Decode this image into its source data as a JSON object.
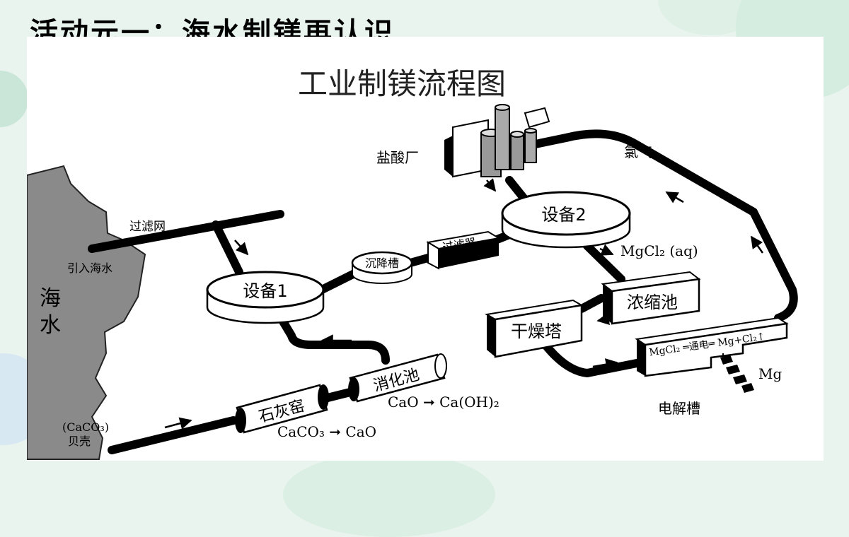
{
  "slide": {
    "title": "活动元一：海水制镁再认识"
  },
  "diagram": {
    "title": "工业制镁流程图",
    "sea_label_1": "海",
    "sea_label_2": "水",
    "shells_label_1": "(CaCO₃)",
    "shells_label_2": "贝壳",
    "filter_net": "过滤网",
    "intake": "引入海水",
    "equipment1": "设备1",
    "equipment2": "设备2",
    "settling_tank": "沉降槽",
    "filter": "过滤器",
    "acid_plant": "盐酸厂",
    "chlorine": "氯气",
    "mgcl2_aq": "MgCl₂ (aq)",
    "concentrator": "浓缩池",
    "drying_tower": "干燥塔",
    "electrolysis_reaction": "MgCl₂ ═通电═ Mg+Cl₂↑",
    "electrolytic_cell": "电解槽",
    "mg_product": "Mg",
    "lime_kiln": "石灰窑",
    "slaking_tank": "消化池",
    "reaction_cao": "CaO ➞ Ca(OH)₂",
    "reaction_caco3": "CaCO₃ ➞ CaO"
  },
  "colors": {
    "panel": "#ffffff",
    "background": "#e9f4ef",
    "accent_light": "#d5ece1",
    "sea": "#8a8a8a",
    "pipe": "#000000"
  }
}
